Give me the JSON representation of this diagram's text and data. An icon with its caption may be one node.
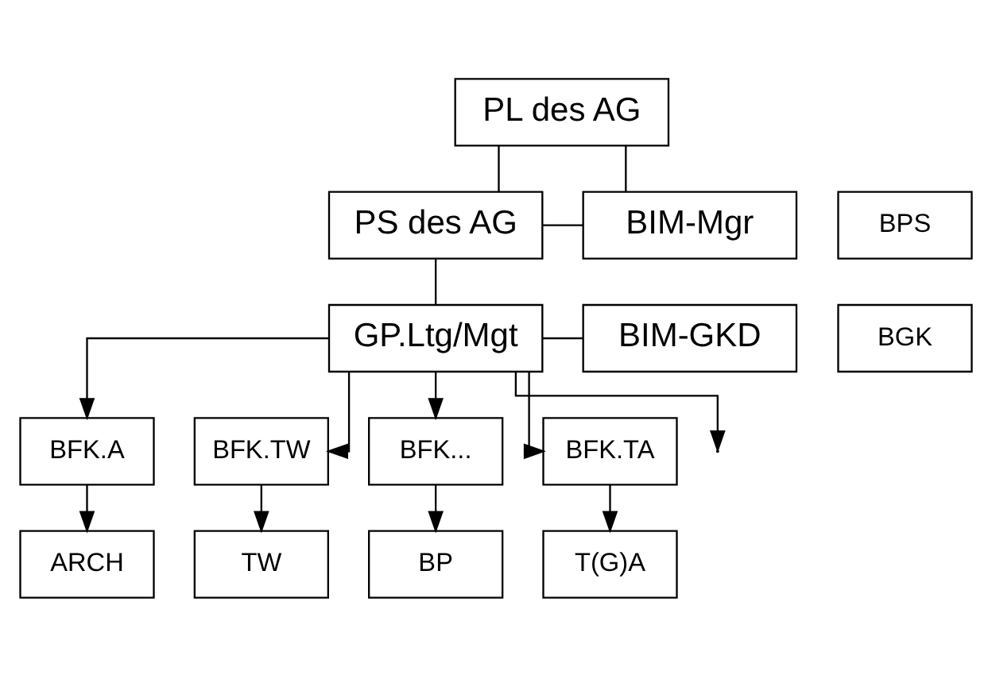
{
  "diagram": {
    "nodes": [
      {
        "text": [
          "PL des AG"
        ]
      },
      {
        "text": [
          "PS des AG"
        ]
      },
      {
        "text": [
          "BIM-Mgr"
        ]
      },
      {
        "text": [
          "BPS"
        ]
      },
      {
        "text": [
          "GP.Ltg/Mgt"
        ]
      },
      {
        "text": [
          "BIM-GKD"
        ]
      },
      {
        "text": [
          "BGK"
        ]
      },
      {
        "text": [
          "BFK.A"
        ]
      },
      {
        "text": [
          "BFK.TW"
        ]
      },
      {
        "text": [
          "BFK..."
        ]
      },
      {
        "text": [
          "BFK.TA"
        ]
      },
      {
        "text": [
          "ARCH"
        ]
      },
      {
        "text": [
          "TW"
        ]
      },
      {
        "text": [
          "BP"
        ]
      },
      {
        "text": [
          "T(G)A"
        ]
      }
    ],
    "edges": [
      {
        "from": 0,
        "to": 1,
        "arrow": "none"
      },
      {
        "from": 0,
        "to": 2,
        "arrow": "none"
      },
      {
        "from": 1,
        "to": 2,
        "arrow": "none"
      },
      {
        "from": 1,
        "to": 4,
        "arrow": "none"
      },
      {
        "from": 4,
        "to": 5,
        "arrow": "none"
      },
      {
        "from": 4,
        "to": 7,
        "arrow": "to"
      },
      {
        "from": 4,
        "to": 8,
        "arrow": "to"
      },
      {
        "from": 4,
        "to": 9,
        "arrow": "to"
      },
      {
        "from": 4,
        "to": 10,
        "arrow": "to"
      },
      {
        "from": 4,
        "to": null,
        "arrow": "to"
      },
      {
        "from": 7,
        "to": 11,
        "arrow": "to"
      },
      {
        "from": 8,
        "to": 12,
        "arrow": "to"
      },
      {
        "from": 9,
        "to": 13,
        "arrow": "to"
      },
      {
        "from": 10,
        "to": 14,
        "arrow": "to"
      }
    ]
  }
}
